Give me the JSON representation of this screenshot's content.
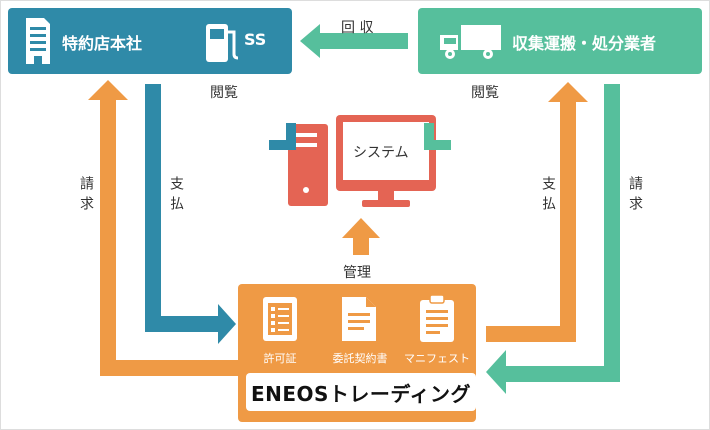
{
  "dealer": {
    "name": "特約店本社",
    "tag": "SS"
  },
  "processor": {
    "name": "収集運搬・処分業者"
  },
  "system": {
    "name": "システム"
  },
  "center": {
    "docs": [
      {
        "label": "許可証",
        "icon": "license-document-icon"
      },
      {
        "label": "委託契約書",
        "icon": "contract-document-icon"
      },
      {
        "label": "マニフェスト",
        "icon": "manifest-clipboard-icon"
      }
    ],
    "company": "ENEOSトレーディング"
  },
  "flows": {
    "collect": "回 収",
    "view_left": "閲覧",
    "view_right": "閲覧",
    "manage": "管理",
    "bill_left": "請求",
    "pay_left": "支払",
    "pay_right": "支払",
    "bill_right": "請求"
  },
  "colors": {
    "blue": "#2f8aa8",
    "teal": "#56bf9c",
    "orange": "#ef9a45",
    "red": "#e46454"
  }
}
